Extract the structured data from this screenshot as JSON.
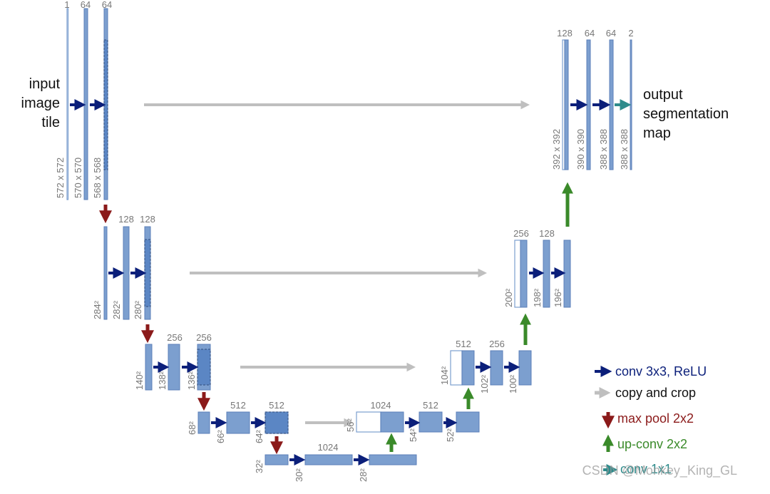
{
  "input_text": [
    "input",
    "image",
    "tile"
  ],
  "output_text": [
    "output",
    "segmentation",
    "map"
  ],
  "legend": {
    "conv": "conv 3x3, ReLU",
    "copy": "copy and crop",
    "pool": "max pool 2x2",
    "up": "up-conv 2x2",
    "conv1x1": "conv 1x1"
  },
  "colors": {
    "conv": "#0b1f7a",
    "copy": "#bfbfbf",
    "pool": "#8b1a1a",
    "up": "#3a8a2a",
    "conv1x1": "#2e8b8b",
    "channel": "#7c9fcf"
  },
  "watermark": "CSDN @Monkey_King_GL",
  "channels": {
    "l1": [
      "1",
      "64",
      "64"
    ],
    "l2": [
      "128",
      "128"
    ],
    "l3": [
      "256",
      "256"
    ],
    "l4": [
      "512",
      "512"
    ],
    "l5": [
      "1024"
    ],
    "r4": [
      "1024",
      "512"
    ],
    "r3": [
      "512",
      "256"
    ],
    "r2": [
      "256",
      "128"
    ],
    "r1": [
      "128",
      "64",
      "64",
      "2"
    ]
  },
  "dims": {
    "l1": [
      "572 x 572",
      "570 x 570",
      "568 x 568"
    ],
    "l2": [
      "284²",
      "282²",
      "280²"
    ],
    "l3": [
      "140²",
      "138²",
      "136²"
    ],
    "l4": [
      "68²",
      "66²",
      "64²"
    ],
    "l5": [
      "32²",
      "30²",
      "28²"
    ],
    "r4": [
      "56²",
      "54²",
      "52²"
    ],
    "r3": [
      "104²",
      "102²",
      "100²"
    ],
    "r2": [
      "200²",
      "198²",
      "196²"
    ],
    "r1": [
      "392 x 392",
      "390 x 390",
      "388 x 388",
      "388 x 388"
    ]
  }
}
